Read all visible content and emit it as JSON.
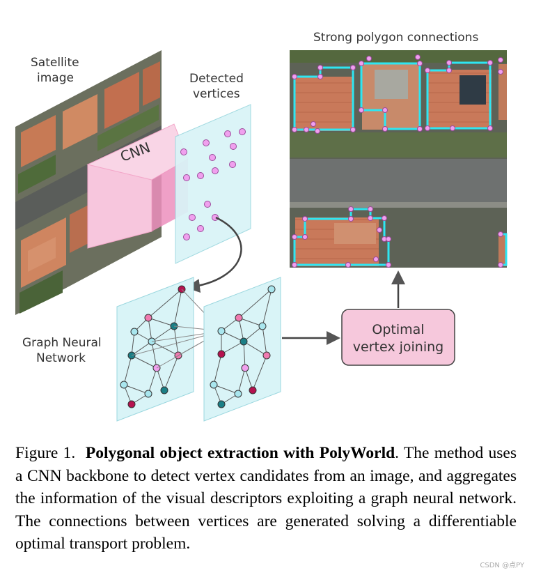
{
  "labels": {
    "satellite_line1": "Satellite",
    "satellite_line2": "image",
    "detected_line1": "Detected",
    "detected_line2": "vertices",
    "cnn": "CNN",
    "gnn_line1": "Graph Neural",
    "gnn_line2": "Network",
    "optimal_line1": "Optimal",
    "optimal_line2": "vertex joining",
    "strong": "Strong polygon connections"
  },
  "colors": {
    "vertex_pink": "#f0a0ee",
    "panel_cyan": "#d9f4f7",
    "cnn_pink": "#f7c6dd",
    "cnn_dark": "#ec8fbd",
    "optimal_box": "#f6c8dc",
    "polygon_cyan": "#2ee6f2",
    "node_crimson": "#b5124f",
    "node_teal": "#1b7f86",
    "node_light": "#a9e6ee",
    "node_pink": "#f07ab0"
  },
  "caption": {
    "figure": "Figure 1.",
    "title": "Polygonal object extraction with PolyWorld",
    "body": ". The method uses a CNN backbone to detect vertex candidates from an image, and aggregates the information of the visual descriptors exploiting a graph neural network. The connections between vertices are generated solving a differentiable optimal transport problem."
  },
  "watermark": "CSDN @点PY"
}
